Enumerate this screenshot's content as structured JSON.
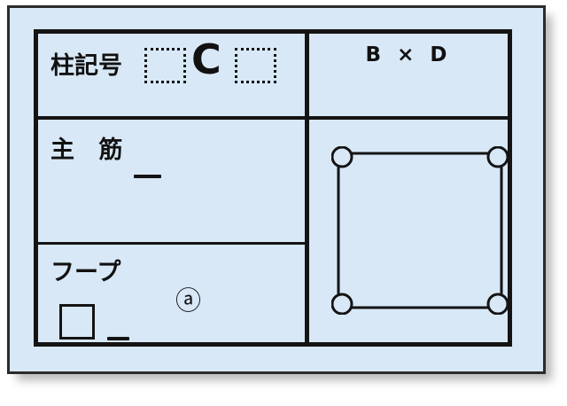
{
  "card": {
    "background_color": "#d8e8f7",
    "border_color": "#2b2b2b"
  },
  "table": {
    "left_column": {
      "rows": [
        {
          "id": "column-symbol",
          "label": "柱記号",
          "letter": "C",
          "placeholder_boxes": 2,
          "placeholder_style": "dotted"
        },
        {
          "id": "main-reinforcement",
          "label": "主 筋",
          "dash": "—"
        },
        {
          "id": "hoop",
          "label": "フープ",
          "dash": "—",
          "marker": "ⓐ",
          "square_box": true
        }
      ]
    },
    "right_column": {
      "header": "B × D",
      "diagram": {
        "name": "column-cross-section",
        "hoop_shape": "rounded-rectangle",
        "rebar_count": 4,
        "rebar_positions": [
          "top-left",
          "top-right",
          "bottom-left",
          "bottom-right"
        ],
        "stroke_color": "#141414"
      }
    }
  }
}
